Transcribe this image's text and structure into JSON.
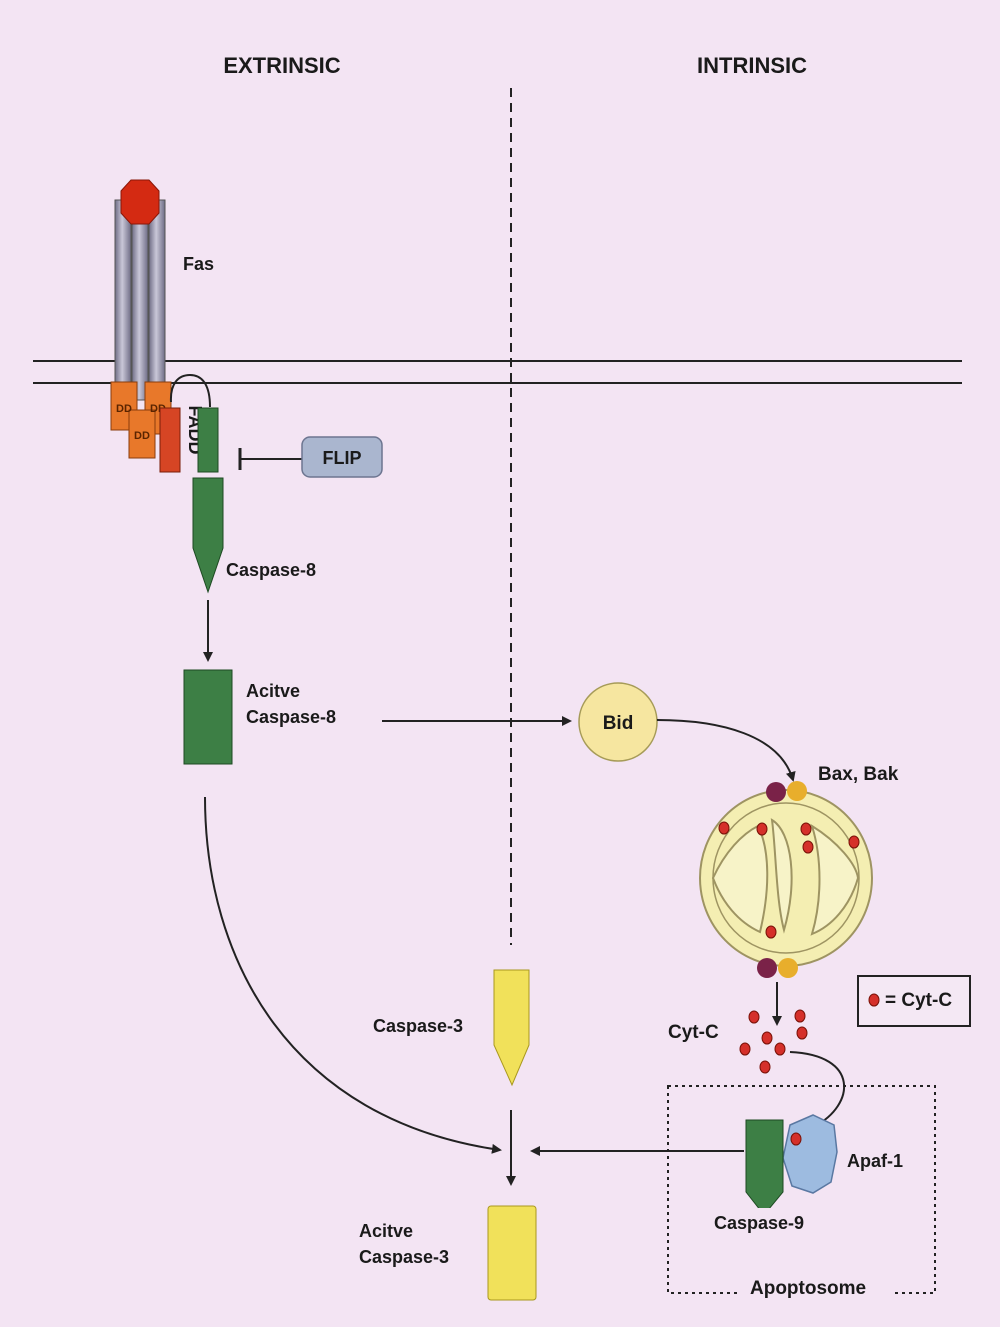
{
  "headers": {
    "extrinsic": "EXTRINSIC",
    "intrinsic": "INTRINSIC"
  },
  "labels": {
    "fas": "Fas",
    "dd": "DD",
    "fadd": "FADD",
    "flip": "FLIP",
    "caspase8": "Caspase-8",
    "active_caspase8_line1": "Acitve",
    "active_caspase8_line2": "Caspase-8",
    "bid": "Bid",
    "bax_bak": "Bax, Bak",
    "cytc_legend": "= Cyt-C",
    "cytc": "Cyt-C",
    "caspase3": "Caspase-3",
    "apaf1": "Apaf-1",
    "caspase9": "Caspase-9",
    "active_caspase3_line1": "Acitve",
    "active_caspase3_line2": "Caspase-3",
    "apoptosome": "Apoptosome"
  },
  "colors": {
    "background": "#f3e4f3",
    "fas_cap": "#d42a12",
    "fas_stalk": "#9a98ae",
    "death_domain": "#e8782a",
    "fadd": "#d64524",
    "caspase8": "#3d7f45",
    "flip": "#aab6cf",
    "bid": "#f6e6a0",
    "mitochondrion": "#f4eeb2",
    "cytochrome_c": "#d5302a",
    "bax": "#7a2248",
    "bak": "#e8ae2c",
    "caspase3": "#f1e15a",
    "apaf1": "#9dbbe0",
    "caspase9": "#3d7f45"
  }
}
